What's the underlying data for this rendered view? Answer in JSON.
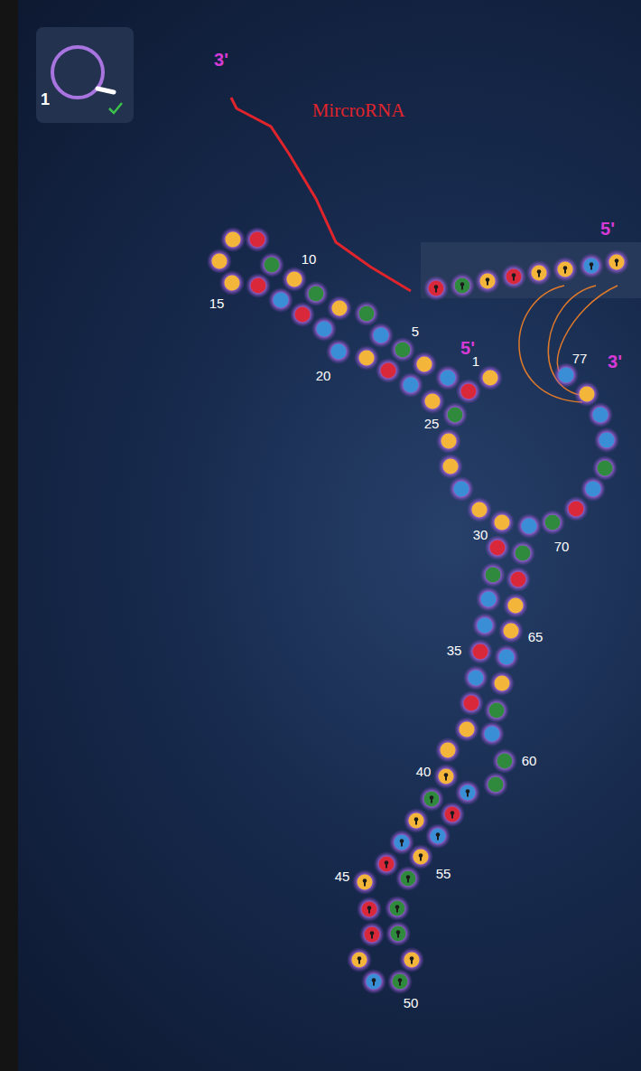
{
  "diagram": {
    "labels": [
      "1",
      "3'",
      "MircroRNA",
      "5'",
      "10",
      "15",
      "5",
      "20",
      "5'",
      "1",
      "77",
      "3'",
      "25",
      "30",
      "70",
      "35",
      "65",
      "40",
      "60",
      "45",
      "55",
      "50"
    ]
  }
}
